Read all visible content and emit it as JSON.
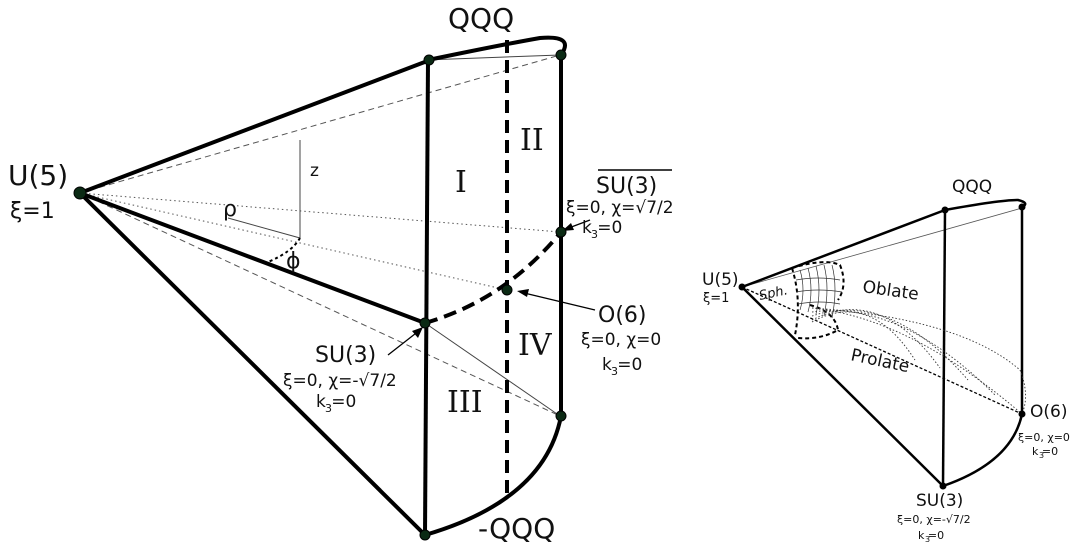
{
  "left": {
    "top_label": "QQQ",
    "bottom_label": "-QQQ",
    "u5": {
      "name": "U(5)",
      "param": "ξ=1"
    },
    "z_label": "z",
    "rho_label": "ρ",
    "phi_label": "ϕ",
    "sub_label": "3",
    "region_I": "I",
    "region_II": "II",
    "region_III": "III",
    "region_IV": "IV",
    "su3bar": {
      "name": "SU(3)",
      "line1": "ξ=0, χ=√7/2",
      "line2": "k =0"
    },
    "o6": {
      "name": "O(6)",
      "line1": "ξ=0, χ=0",
      "line2": "k =0"
    },
    "su3": {
      "name": "SU(3)",
      "line1": "ξ=0, χ=-√7/2",
      "line2": "k =0"
    }
  },
  "right": {
    "top_label": "QQQ",
    "u5": {
      "name": "U(5)",
      "param": "ξ=1"
    },
    "sph": "Sph.",
    "oblate": "Oblate",
    "prolate": "Prolate",
    "o6": {
      "name": "O(6)",
      "line1": "ξ=0, χ=0",
      "line2": "k =0"
    },
    "su3": {
      "name": "SU(3)",
      "line1": "ξ=0, χ=-√7/2",
      "line2": "k =0"
    },
    "sub_label": "3"
  }
}
